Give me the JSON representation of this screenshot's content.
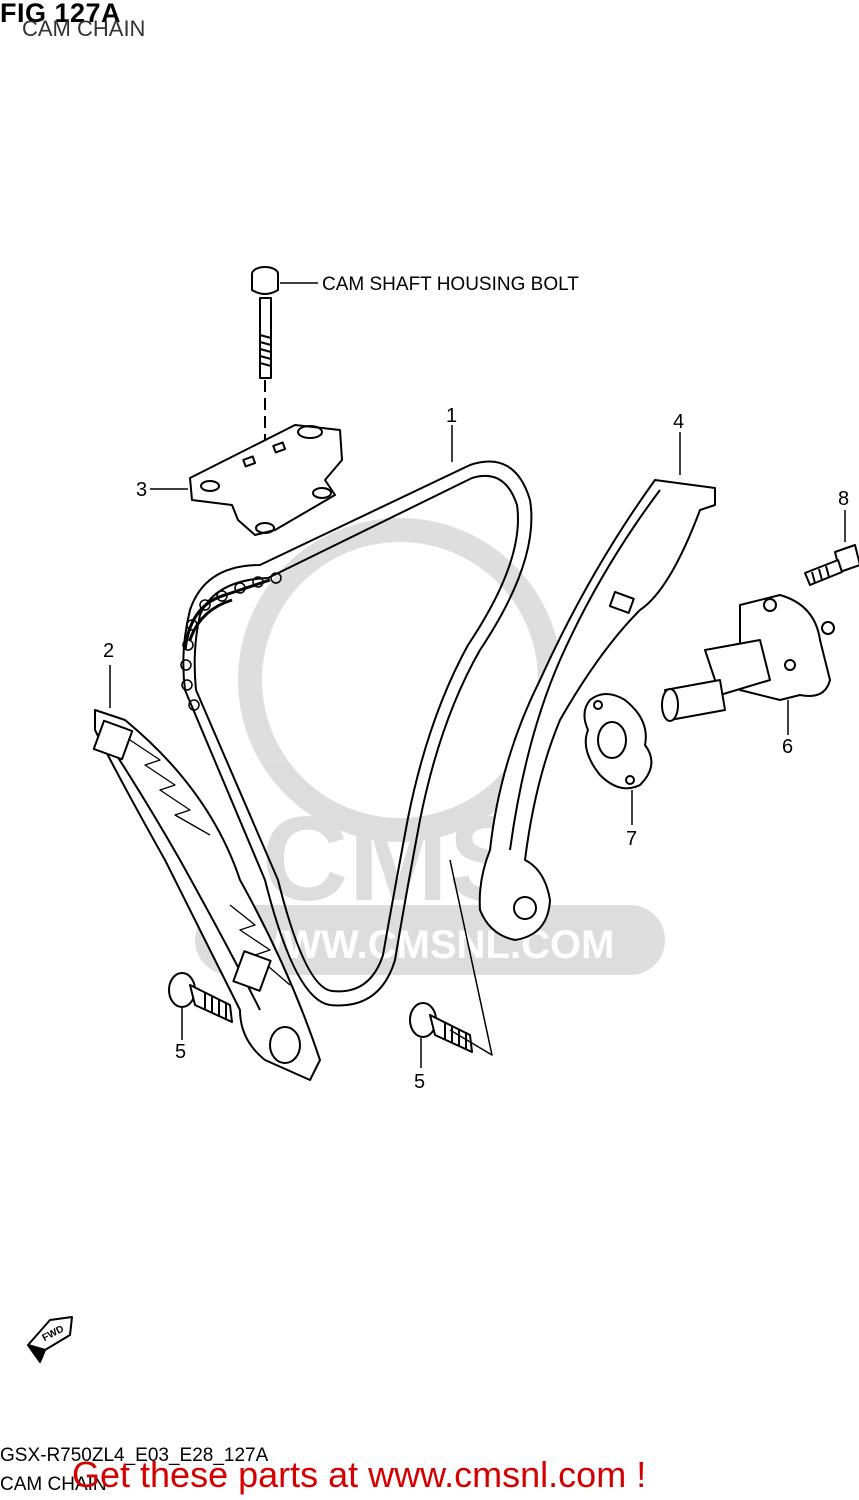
{
  "figure": {
    "number": "FIG 127A",
    "name": "CAM CHAIN"
  },
  "callouts": {
    "bolt_label": "CAM SHAFT HOUSING BOLT",
    "p1": "1",
    "p2": "2",
    "p3": "3",
    "p4": "4",
    "p5a": "5",
    "p5b": "5",
    "p6": "6",
    "p7": "7",
    "p8": "8"
  },
  "watermark": "WWW.CMSNL.COM",
  "watermark_logo": "CMS",
  "fwd": "FWD",
  "footer": {
    "code": "GSX-R750ZL4_E03_E28_127A",
    "name": "CAM CHAIN",
    "ad": "Get these parts at www.cmsnl.com !"
  }
}
